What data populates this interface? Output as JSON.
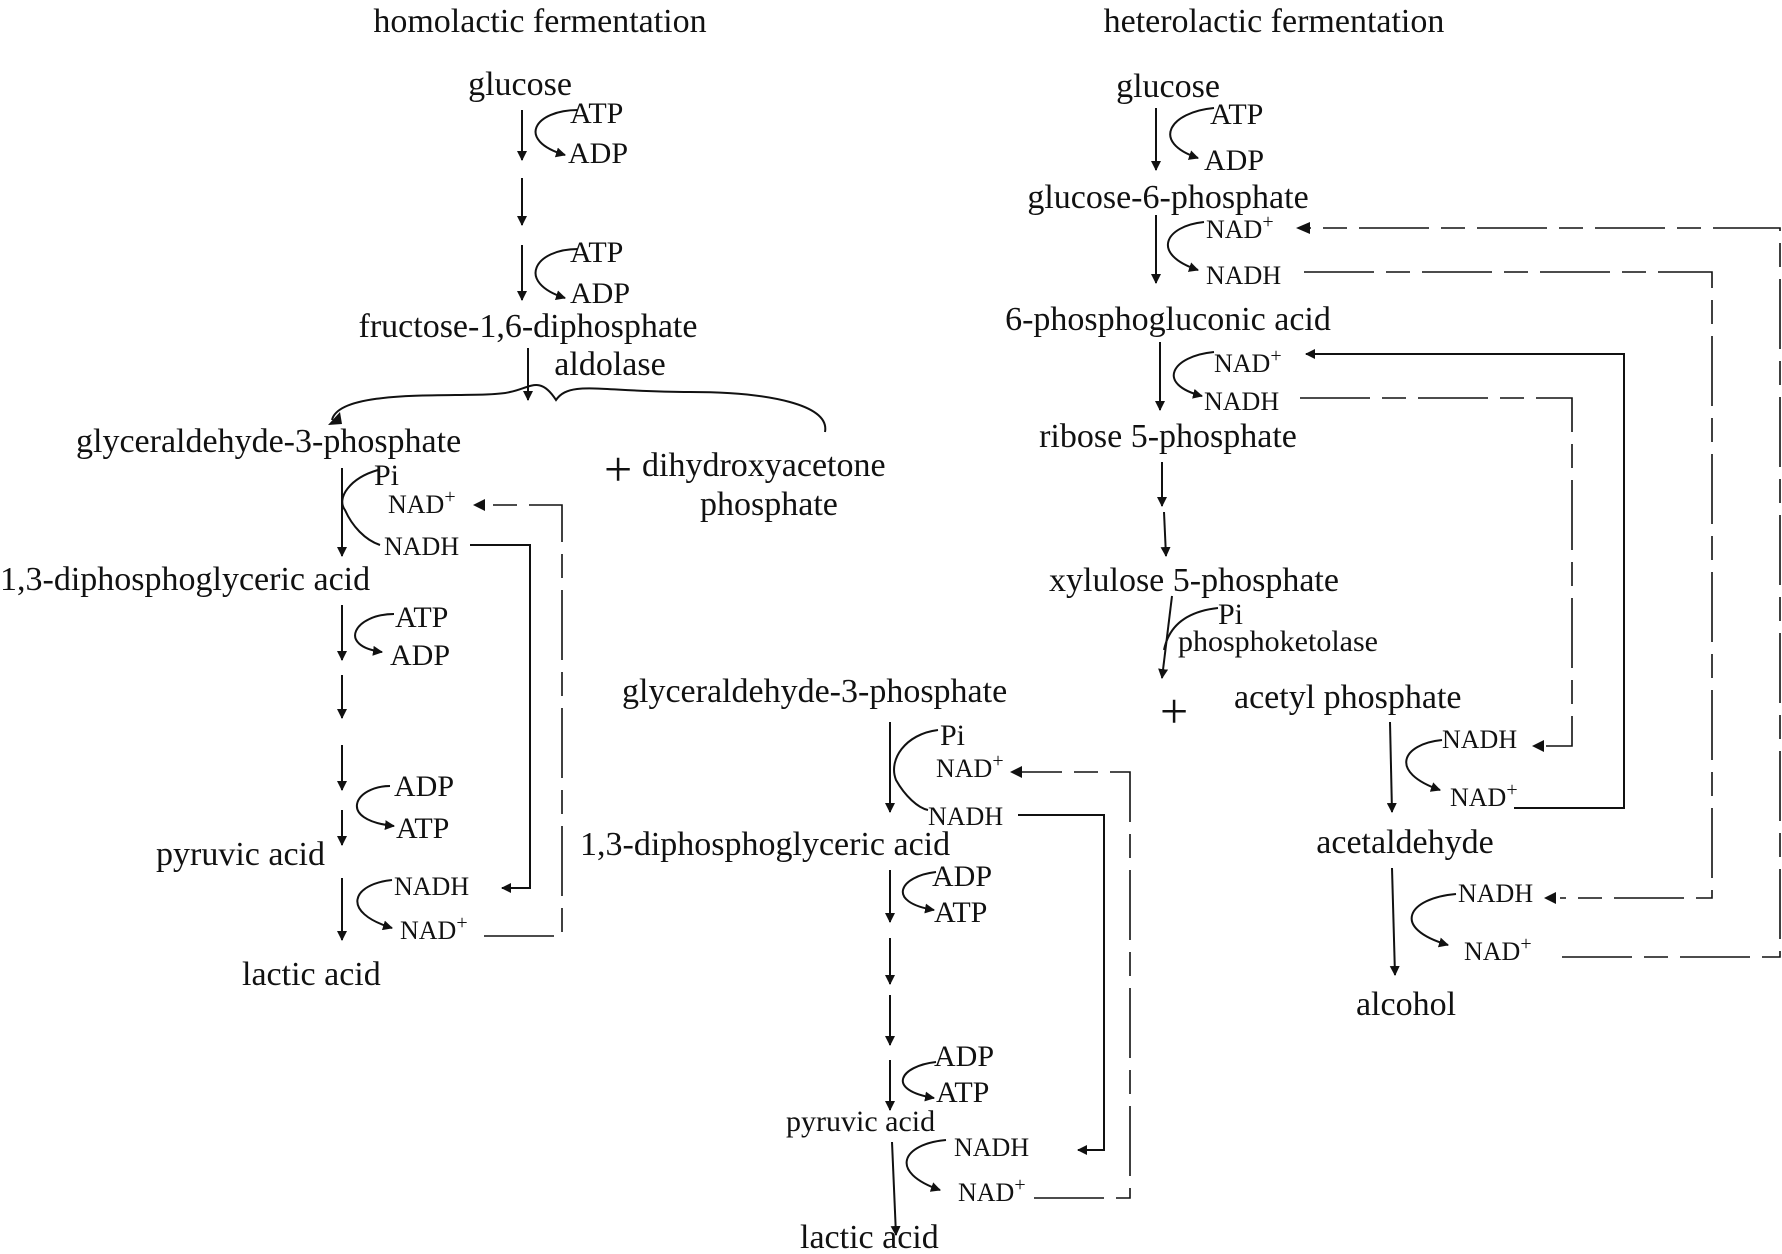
{
  "homolactic": {
    "title": "homolactic fermentation",
    "glucose": "glucose",
    "atp_1": "ATP",
    "adp_1": "ADP",
    "atp_2": "ATP",
    "adp_2": "ADP",
    "fructose_diphosphate": "fructose-1,6-diphosphate",
    "aldolase": "aldolase",
    "g3p": "glyceraldehyde-3-phosphate",
    "plus": "+",
    "dhap_line1": "dihydroxyacetone",
    "dhap_line2": "phosphate",
    "pi": "Pi",
    "nad_1": "NAD",
    "nadh_1": "NADH",
    "bpg": "1,3-diphosphoglyceric acid",
    "atp_3": "ATP",
    "adp_3": "ADP",
    "adp_4": "ADP",
    "atp_4": "ATP",
    "pyruvic": "pyruvic acid",
    "nadh_2": "NADH",
    "nad_2": "NAD",
    "lactic": "lactic acid"
  },
  "heterolactic": {
    "title": "heterolactic fermentation",
    "glucose": "glucose",
    "atp_1": "ATP",
    "adp_1": "ADP",
    "g6p": "glucose-6-phosphate",
    "nad_1": "NAD",
    "nadh_1": "NADH",
    "pga": "6-phosphogluconic acid",
    "nad_2": "NAD",
    "nadh_2": "NADH",
    "r5p": "ribose 5-phosphate",
    "x5p": "xylulose 5-phosphate",
    "pi_1": "Pi",
    "phosphoketolase": "phosphoketolase",
    "g3p": "glyceraldehyde-3-phosphate",
    "plus": "+",
    "acetyl": "acetyl phosphate",
    "pi_2": "Pi",
    "nad_3": "NAD",
    "nadh_3": "NADH",
    "bpg": "1,3-diphosphoglyceric acid",
    "adp_2": "ADP",
    "atp_2": "ATP",
    "adp_3": "ADP",
    "atp_3": "ATP",
    "pyruvic": "pyruvic acid",
    "nadh_4": "NADH",
    "nad_4": "NAD",
    "lactic": "lactic acid",
    "nadh_5": "NADH",
    "nad_5": "NAD",
    "acetaldehyde": "acetaldehyde",
    "nadh_6": "NADH",
    "nad_6": "NAD",
    "alcohol": "alcohol"
  },
  "superscript_plus": "+"
}
